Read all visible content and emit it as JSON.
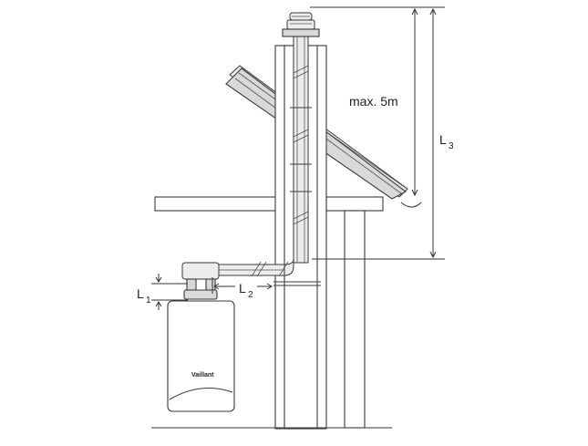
{
  "labels": {
    "max_height": "max. 5m",
    "l1_main": "L",
    "l1_sub": "1",
    "l2_main": "L",
    "l2_sub": "2",
    "l3_main": "L",
    "l3_sub": "3",
    "brand": "Vaillant"
  },
  "colors": {
    "line": "#3a3a3a",
    "fill": "#d9d9d9",
    "background": "#ffffff"
  }
}
